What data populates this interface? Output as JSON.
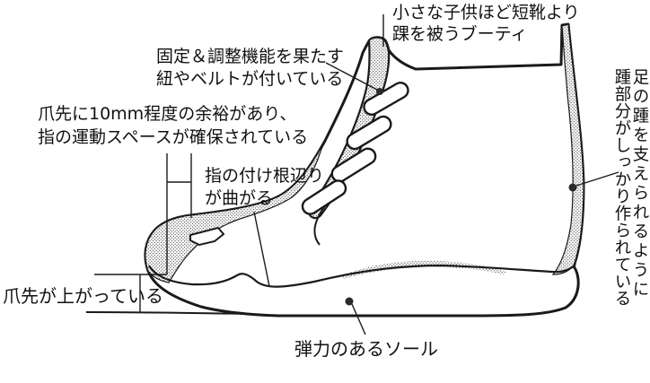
{
  "labels": {
    "bootie": {
      "line1": "小さな子供ほど短靴より",
      "line2": "踝を被うブーティ"
    },
    "fastening": {
      "line1": "固定＆調整機能を果たす",
      "line2": "紐やベルトが付いている"
    },
    "toe_room": {
      "line1": "爪先に10mm程度の余裕があり、",
      "line2": "指の運動スペースが確保されている"
    },
    "toe_bend": {
      "line1": "指の付け根辺り",
      "line2": "が曲がる"
    },
    "toe_up": {
      "text": "爪先が上がっている"
    },
    "sole": {
      "text": "弾力のあるソール"
    },
    "heel": {
      "line1": "足の踵を支えられるように",
      "line2": "踵部分がしっかり作られている"
    }
  },
  "colors": {
    "ink": "#1a1a1a",
    "paper": "#ffffff",
    "stipple_dot": "#555555"
  }
}
